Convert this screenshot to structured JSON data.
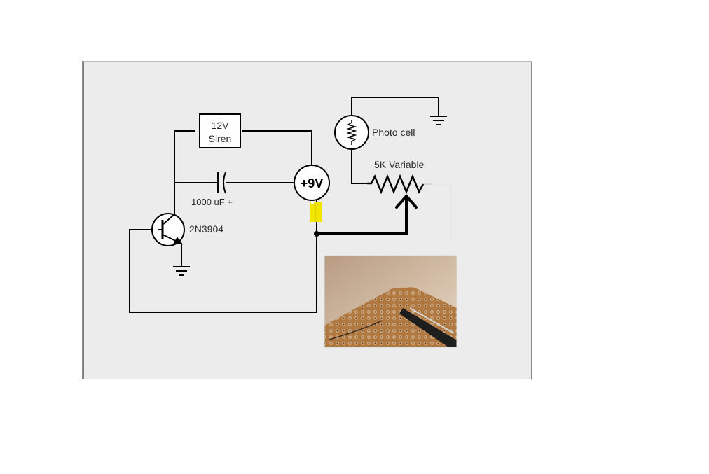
{
  "diagram": {
    "components": {
      "siren": {
        "line1": "12V",
        "line2": "Siren"
      },
      "battery": {
        "label": "+9V"
      },
      "capacitor": {
        "label": "1000 uF +"
      },
      "transistor": {
        "label": "2N3904"
      },
      "photocell": {
        "label": "Photo cell"
      },
      "potentiometer": {
        "label": "5K Variable"
      }
    },
    "colors": {
      "panel_background": "#ececec",
      "wire": "#000000",
      "highlight": "#f2e600",
      "protoboard": "#c8884a"
    }
  }
}
